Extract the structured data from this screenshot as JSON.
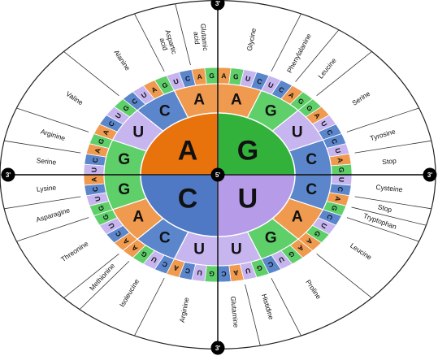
{
  "inner": [
    "G",
    "U",
    "C",
    "A"
  ],
  "second": [
    "A",
    "G",
    "U",
    "C",
    "C",
    "A",
    "G",
    "U",
    "U",
    "C",
    "A",
    "G",
    "G",
    "U",
    "C",
    "A"
  ],
  "third": [
    "A",
    "G",
    "U",
    "C",
    "U",
    "C",
    "A",
    "G",
    "G",
    "A",
    "U",
    "C",
    "C",
    "U",
    "A",
    "G",
    "U",
    "C",
    "A",
    "G",
    "C",
    "U",
    "G",
    "A",
    "A",
    "G",
    "U",
    "C",
    "G",
    "U",
    "A",
    "C",
    "G",
    "U",
    "C",
    "A",
    "C",
    "U",
    "G",
    "A",
    "A",
    "C",
    "U",
    "G",
    "G",
    "U",
    "C",
    "A",
    "U",
    "C",
    "A",
    "G",
    "A",
    "C",
    "U",
    "G",
    "C",
    "U",
    "A",
    "G",
    "U",
    "C",
    "A",
    "G"
  ],
  "amino_acids": [
    {
      "name": "Glycine",
      "span": 4
    },
    {
      "name": "Phenylalanine",
      "span": 2
    },
    {
      "name": "Leucine",
      "span": 2
    },
    {
      "name": "Serine",
      "span": 4
    },
    {
      "name": "Tyrosine",
      "span": 2
    },
    {
      "name": "Stop",
      "span": 2
    },
    {
      "name": "Cysteine",
      "span": 2
    },
    {
      "name": "Stop",
      "span": 1
    },
    {
      "name": "Tryptophan",
      "span": 1
    },
    {
      "name": "Leucine",
      "span": 4
    },
    {
      "name": "Proline",
      "span": 4
    },
    {
      "name": "Histidine",
      "span": 2
    },
    {
      "name": "Glutamine",
      "span": 2
    },
    {
      "name": "Arginine",
      "span": 4
    },
    {
      "name": "Isoleucine",
      "span": 3
    },
    {
      "name": "Methionine",
      "span": 1
    },
    {
      "name": "Threonine",
      "span": 4
    },
    {
      "name": "Asparagine",
      "span": 2
    },
    {
      "name": "Lysine",
      "span": 2
    },
    {
      "name": "Serine",
      "span": 2
    },
    {
      "name": "Arginine",
      "span": 2
    },
    {
      "name": "Valine",
      "span": 4
    },
    {
      "name": "Alanine",
      "span": 4
    },
    {
      "name": "Aspartic acid",
      "span": 2
    },
    {
      "name": "Glutamic acid",
      "span": 2
    }
  ],
  "end_labels": {
    "top": "3'",
    "bottom": "3'",
    "left": "3'",
    "right": "3'",
    "center": "5'"
  },
  "colors": {
    "G": "#5fcf6a",
    "U": "#c6b5ef",
    "C": "#5b86cc",
    "A": "#ef9a4f",
    "G_inner": "#33b23b",
    "U_inner": "#b59be8",
    "C_inner": "#4f79c4",
    "A_inner": "#e8720c"
  }
}
